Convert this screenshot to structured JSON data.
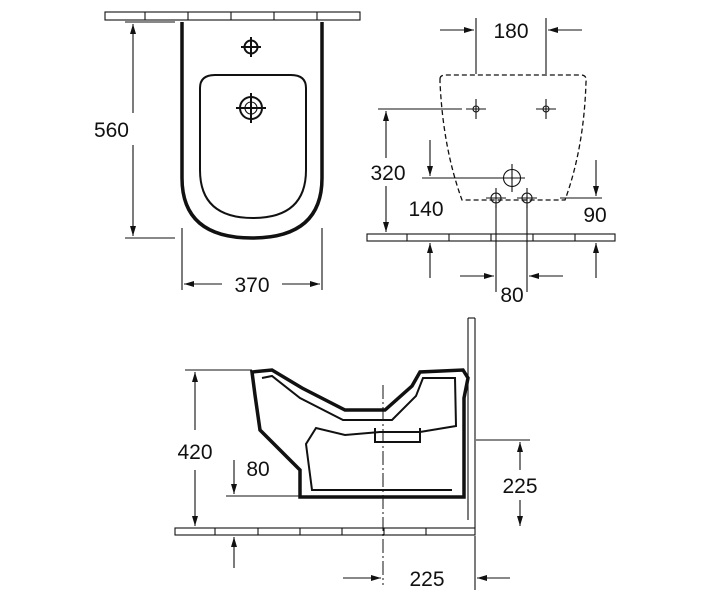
{
  "top_view": {
    "height_mm": "560",
    "width_mm": "370"
  },
  "wall_view": {
    "tap_spacing_mm": "180",
    "tap_height_mm": "320",
    "inlet_height_mm": "140",
    "waste_height_mm": "90",
    "inlet_spacing_mm": "80"
  },
  "side_view": {
    "height_mm": "420",
    "floor_offset_mm": "80",
    "waste_height_mm": "225",
    "waste_offset_mm": "225"
  }
}
